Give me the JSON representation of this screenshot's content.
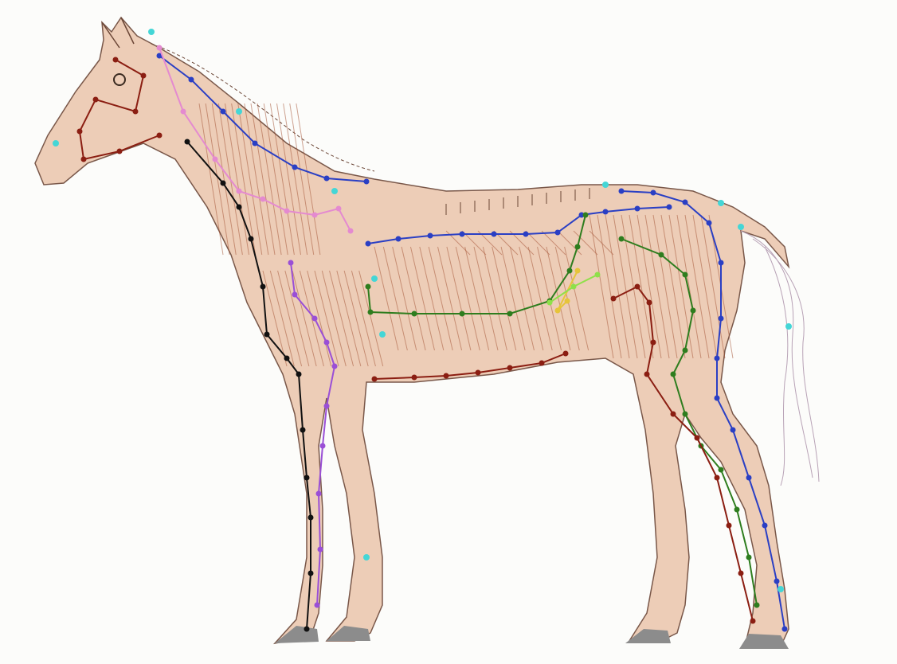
{
  "image": {
    "subject": "horse-anatomy-illustration",
    "background": "#fcfcfa",
    "body_fill": "#ecc9b0",
    "muscle_stroke": "#a85a3c",
    "outline_stroke": "#6b4636",
    "hoof_fill": "#8c8c8c"
  },
  "pose_overlay": {
    "chains": [
      {
        "name": "spine-chain",
        "color": "#2a3fc4"
      },
      {
        "name": "neck-top-chain",
        "color": "#2a3fc4"
      },
      {
        "name": "head-chain",
        "color": "#8b1e12"
      },
      {
        "name": "front-leg-chain",
        "color": "#111111"
      },
      {
        "name": "neck-inner-chain",
        "color": "#e48ad0"
      },
      {
        "name": "shoulder-chain",
        "color": "#9a4fd6"
      },
      {
        "name": "belly-chain",
        "color": "#8b1e12"
      },
      {
        "name": "ribcage-chain",
        "color": "#2e7d1e"
      },
      {
        "name": "hind-leg-chain",
        "color": "#2e7d1e"
      },
      {
        "name": "hind-leg-outer-chain",
        "color": "#2a3fc4"
      },
      {
        "name": "hip-chain",
        "color": "#8b1e12"
      },
      {
        "name": "cyan-keypoints",
        "color": "#44d6d6"
      },
      {
        "name": "yellow-keypoints",
        "color": "#e6c43a"
      },
      {
        "name": "lime-chain",
        "color": "#8fe04a"
      }
    ]
  }
}
